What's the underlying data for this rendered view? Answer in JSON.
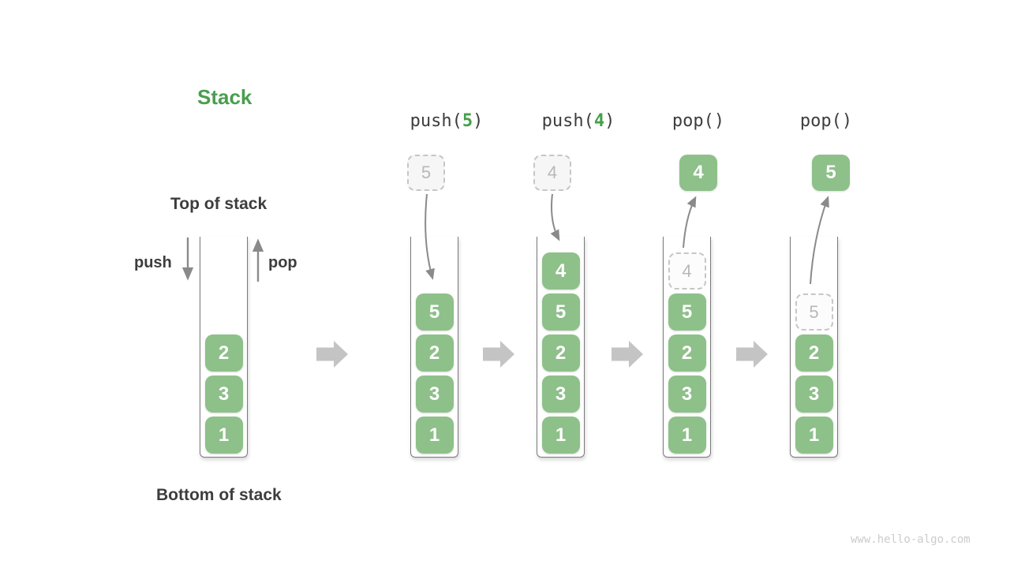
{
  "title": "Stack",
  "watermark": "www.hello-algo.com",
  "labels": {
    "top_of_stack": "Top of stack",
    "bottom_of_stack": "Bottom of stack",
    "push": "push",
    "pop": "pop"
  },
  "colors": {
    "title_green": "#4a9e4f",
    "op_value_green": "#43a047",
    "box_green": "#8ec08a",
    "box_text": "#ffffff",
    "dark_text": "#3d3d3d",
    "muted_text": "#b8b8b8",
    "arrow_gray": "#8a8a8a",
    "block_arrow_gray": "#c4c4c4",
    "dashed_border": "#c6c6c6",
    "wall_gray": "#7a7a7a",
    "watermark_gray": "#cccccc"
  },
  "stacks": [
    {
      "id": "initial",
      "items": [
        {
          "value": "2",
          "row": 2,
          "ghost": false
        },
        {
          "value": "3",
          "row": 3,
          "ghost": false
        },
        {
          "value": "1",
          "row": 4,
          "ghost": false
        }
      ]
    },
    {
      "id": "after-push-5",
      "items": [
        {
          "value": "5",
          "row": 1,
          "ghost": false
        },
        {
          "value": "2",
          "row": 2,
          "ghost": false
        },
        {
          "value": "3",
          "row": 3,
          "ghost": false
        },
        {
          "value": "1",
          "row": 4,
          "ghost": false
        }
      ]
    },
    {
      "id": "after-push-4",
      "items": [
        {
          "value": "4",
          "row": 0,
          "ghost": false
        },
        {
          "value": "5",
          "row": 1,
          "ghost": false
        },
        {
          "value": "2",
          "row": 2,
          "ghost": false
        },
        {
          "value": "3",
          "row": 3,
          "ghost": false
        },
        {
          "value": "1",
          "row": 4,
          "ghost": false
        }
      ]
    },
    {
      "id": "after-pop-4",
      "items": [
        {
          "value": "4",
          "row": 0,
          "ghost": true
        },
        {
          "value": "5",
          "row": 1,
          "ghost": false
        },
        {
          "value": "2",
          "row": 2,
          "ghost": false
        },
        {
          "value": "3",
          "row": 3,
          "ghost": false
        },
        {
          "value": "1",
          "row": 4,
          "ghost": false
        }
      ]
    },
    {
      "id": "after-pop-5",
      "items": [
        {
          "value": "5",
          "row": 1,
          "ghost": true
        },
        {
          "value": "2",
          "row": 2,
          "ghost": false
        },
        {
          "value": "3",
          "row": 3,
          "ghost": false
        },
        {
          "value": "1",
          "row": 4,
          "ghost": false
        }
      ]
    }
  ],
  "operations": [
    {
      "name": "push",
      "arg": "5",
      "float_value": "5",
      "float_ghost": true,
      "flow": "in"
    },
    {
      "name": "push",
      "arg": "4",
      "float_value": "4",
      "float_ghost": true,
      "flow": "in"
    },
    {
      "name": "pop",
      "arg": "",
      "float_value": "4",
      "float_ghost": false,
      "flow": "out"
    },
    {
      "name": "pop",
      "arg": "",
      "float_value": "5",
      "float_ghost": false,
      "flow": "out"
    }
  ]
}
